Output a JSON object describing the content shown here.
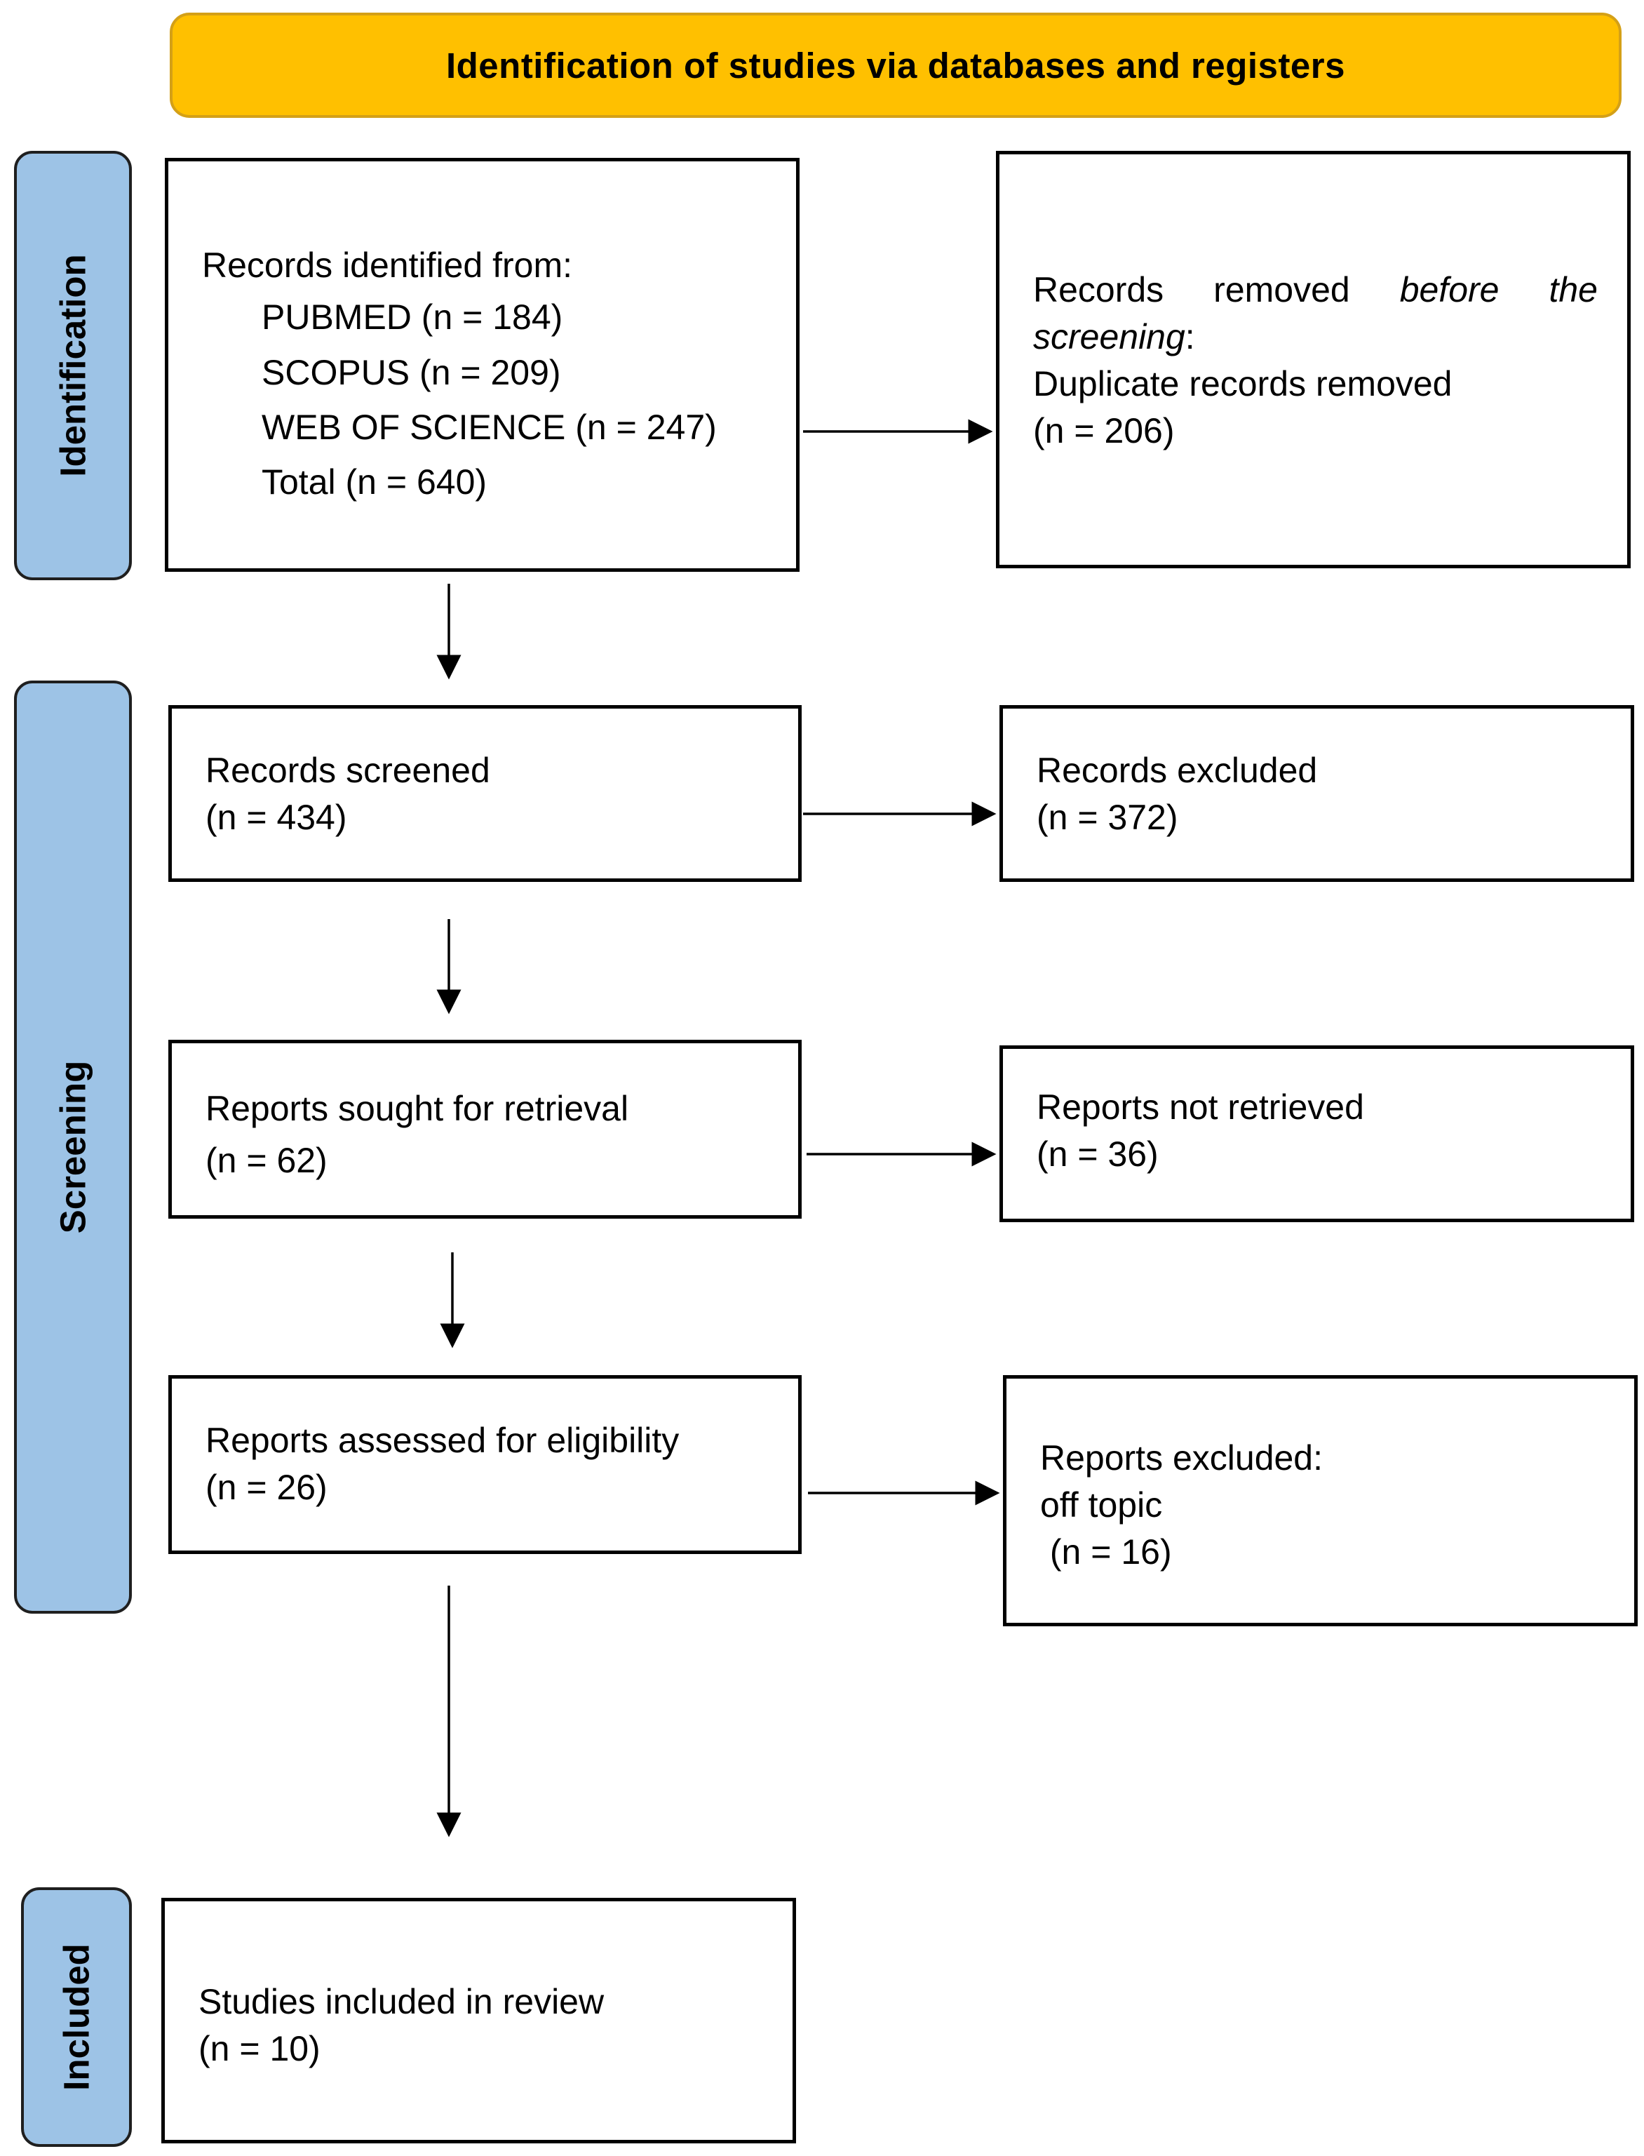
{
  "header": {
    "title": "Identification of studies via databases and registers"
  },
  "phases": {
    "identification": "Identification",
    "screening": "Screening",
    "included": "Included"
  },
  "identified": {
    "heading": "Records identified from:",
    "sources": [
      "PUBMED (n = 184)",
      "SCOPUS (n = 209)",
      "WEB OF SCIENCE (n = 247)",
      "Total (n = 640)"
    ]
  },
  "removed": {
    "words": [
      "Records",
      "removed",
      "before",
      "the"
    ],
    "screening_word": "screening",
    "colon": ":",
    "line3": "Duplicate records removed",
    "line4": "(n = 206)"
  },
  "screened": {
    "label": "Records screened",
    "count": "(n = 434)"
  },
  "excluded": {
    "label": "Records excluded",
    "count": "(n = 372)"
  },
  "sought": {
    "label": "Reports sought for retrieval",
    "count": "(n = 62)"
  },
  "not_retrieved": {
    "label": "Reports not retrieved",
    "count": "(n = 36)"
  },
  "assessed": {
    "label": "Reports assessed for eligibility",
    "count": "(n = 26)"
  },
  "reports_excluded": {
    "label": "Reports excluded:",
    "reason": "off topic",
    "count": " (n = 16)"
  },
  "included": {
    "label": "Studies included in review",
    "count": "(n = 10)"
  },
  "colors": {
    "header_fill": "#FFC000",
    "phase_fill": "#9DC3E6",
    "box_border": "#000000"
  }
}
